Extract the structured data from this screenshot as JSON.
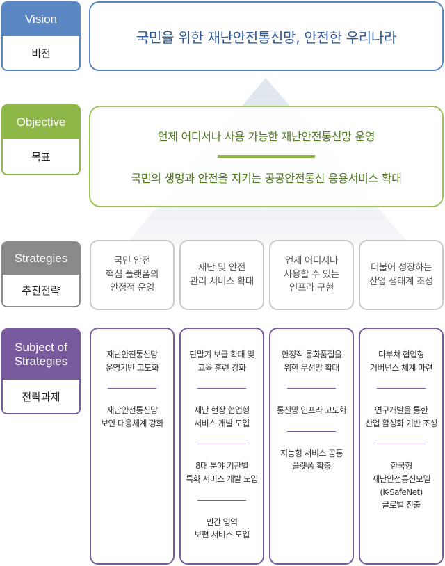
{
  "labels": {
    "vision": {
      "en": "Vision",
      "ko": "비전"
    },
    "objective": {
      "en": "Objective",
      "ko": "목표"
    },
    "strategies": {
      "en": "Strategies",
      "ko": "추진전략"
    },
    "subject": {
      "en": "Subject of\nStrategies",
      "ko": "전략과제"
    }
  },
  "vision": "국민을 위한 재난안전통신망, 안전한 우리나라",
  "objectives": [
    "언제 어디서나 사용 가능한 재난안전통신망 운영",
    "국민의 생명과 안전을 지키는 공공안전통신 응용서비스 확대"
  ],
  "strategies": [
    "국민 안전\n핵심 플랫폼의\n안정적 운영",
    "재난 및 안전\n관리 서비스 확대",
    "언제 어디서나\n사용할 수 있는\n인프라 구현",
    "더불어 성장하는\n산업 생태계 조성"
  ],
  "subjects": [
    [
      "재난안전통신망\n운영기반 고도화",
      "재난안전통신망\n보안 대응체계 강화"
    ],
    [
      "단말기 보급 확대 및\n교육 훈련 강화",
      "재난 현장 협업형\n서비스 개발 도입",
      "8대 분야 기관별\n특화 서비스 개발 도입",
      "민간 영역\n보편 서비스 도입"
    ],
    [
      "안정적 통화품질을\n위한 무선망 확대",
      "통신망 인프라 고도화",
      "지능형 서비스 공통\n플랫폼 확충"
    ],
    [
      "다부처 협업형\n거버넌스 체계 마련",
      "연구개발을 통한\n산업 활성화 기반 조성",
      "한국형\n재난안전통신모델\n(K-SafeNet)\n글로벌 진출"
    ]
  ],
  "colors": {
    "vision": "#5b86c4",
    "objective": "#8db847",
    "strategies": "#8a8a8a",
    "subject": "#7a5a9e"
  }
}
